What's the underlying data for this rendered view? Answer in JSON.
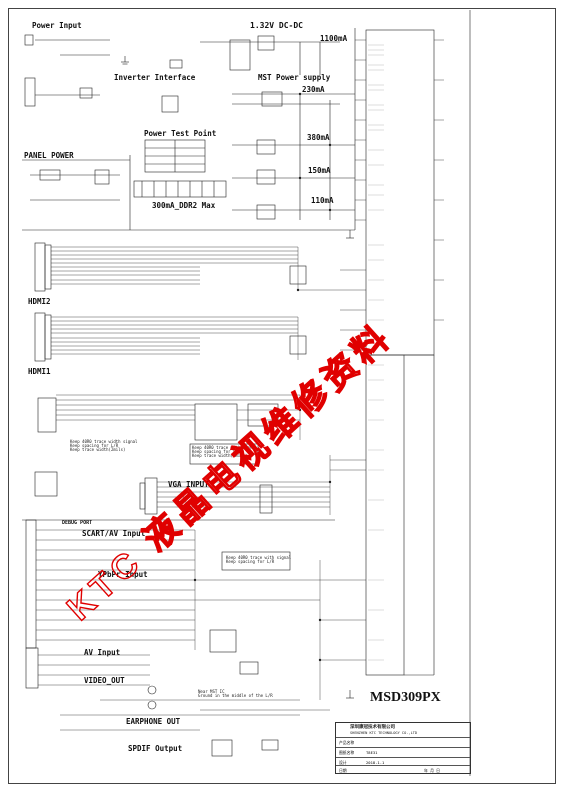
{
  "sections": {
    "power_input": "Power Input",
    "dcdc": "1.32V DC-DC",
    "current_1100": "1100mA",
    "inverter": "Inverter Interface",
    "mst_power": "MST Power supply",
    "current_230": "230mA",
    "power_test_point": "Power Test Point",
    "panel_power": "PANEL POWER",
    "current_380": "380mA",
    "current_150": "150mA",
    "current_110": "110mA",
    "ddr2": "300mA_DDR2 Max",
    "hdmi2": "HDMI2",
    "hdmi1": "HDMI1",
    "vga_input": "VGA INPUT",
    "debug_port": "DEBUG PORT",
    "scart_av": "SCART/AV Input",
    "ypbpr": "YPbPr Input",
    "av_input": "AV Input",
    "video_out": "VIDEO_OUT",
    "earphone_out": "EARPHONE OUT",
    "spdif": "SPDIF Output"
  },
  "notes": {
    "keep_trace_1": "Keep 40R0 trace width signal\nKeep spacing for L/R\nKeep trace width(2mils)",
    "keep_trace_2": "Keep 40R0 trace with signal\nKeep spacing for L/R\nKeep trace width(2mils)",
    "keep_trace_3": "Keep 40R0 trace with signal\nKeep spacing for L/R",
    "near_gnd": "Near MST IC\nGround in the middle of the L/R"
  },
  "chip_name": "MSD309PX",
  "watermark": "KTC 液晶电视维修资料",
  "title_block": {
    "company": "深圳康冠技术有限公司",
    "sub": "SHENZHEN KTC TECHNOLOGY CO.,LTD",
    "row1_label": "产品名称",
    "row2_label": "图纸名称",
    "row2_value": "T8E31",
    "row3_label": "设计",
    "row3_value": "2018.1.1",
    "row4_label": "日期",
    "date_fields": "年  月  日"
  }
}
